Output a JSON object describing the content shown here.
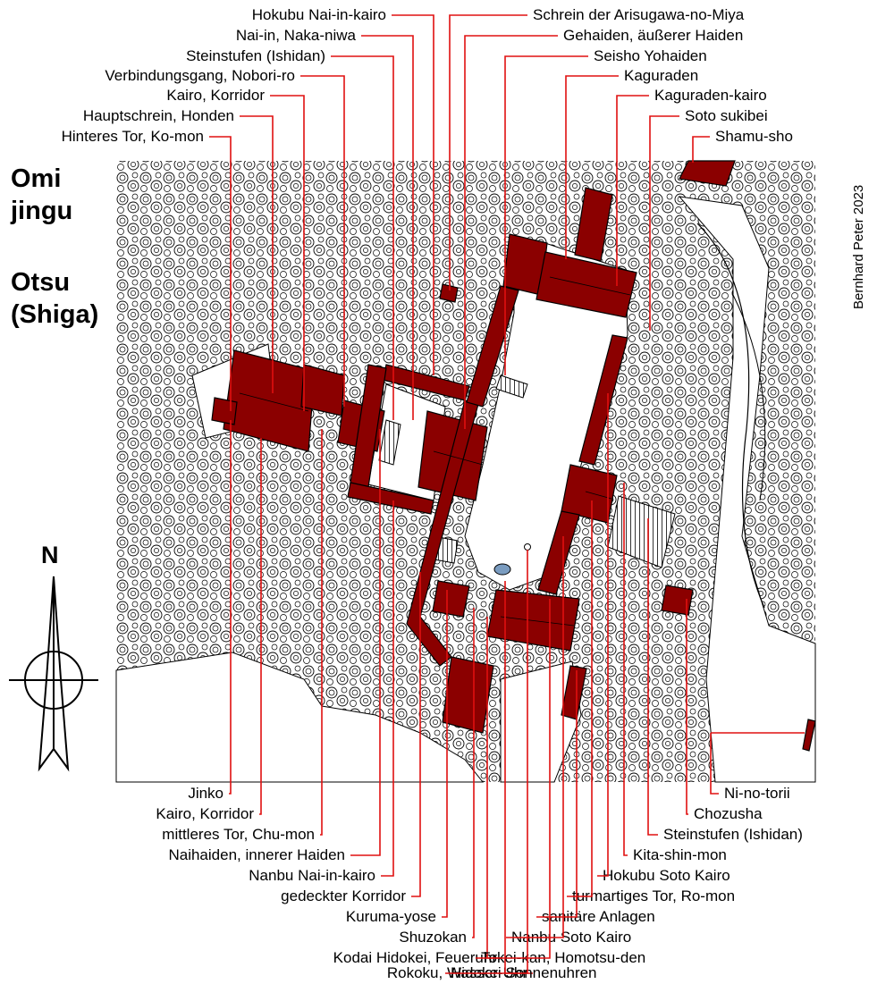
{
  "title": {
    "line1": "Omi",
    "line2": "jingu",
    "line3": "Otsu",
    "line4": "(Shiga)"
  },
  "credit": "Bernhard Peter 2023",
  "north_label": "N",
  "colors": {
    "building": "#8b0000",
    "leader": "#e01010",
    "ink": "#000000"
  },
  "labels_top_left": [
    "Hokubu Nai-in-kairo",
    "Nai-in, Naka-niwa",
    "Steinstufen (Ishidan)",
    "Verbindungsgang, Nobori-ro",
    "Kairo, Korridor",
    "Hauptschrein, Honden",
    "Hinteres Tor, Ko-mon"
  ],
  "labels_top_right": [
    "Schrein der Arisugawa-no-Miya",
    "Gehaiden, äußerer Haiden",
    "Seisho Yohaiden",
    "Kaguraden",
    "Kaguraden-kairo",
    "Soto sukibei",
    "Shamu-sho"
  ],
  "labels_bottom_left": [
    "Jinko",
    "Kairo, Korridor",
    "mittleres Tor, Chu-mon",
    "Naihaiden, innerer Haiden",
    "Nanbu Nai-in-kairo",
    "gedeckter Korridor",
    "Kuruma-yose",
    "Shuzokan",
    "Kodai Hidokei, Feueruhr",
    "Rokoku, Wasser-Uhr"
  ],
  "labels_bottom_right": [
    "Ni-no-torii",
    "Chozusha",
    "Steinstufen (Ishidan)",
    "Kita-shin-mon",
    "Hokubu Soto Kairo",
    "turmartiges Tor, Ro-mon",
    "sanitäre Anlagen",
    "Nanbu Soto Kairo",
    "Tokei-kan, Homotsu-den",
    "Hidokei Sonnenuhren"
  ]
}
